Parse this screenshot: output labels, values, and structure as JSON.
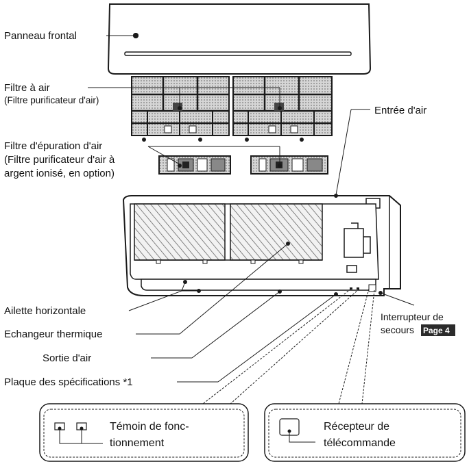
{
  "labels": {
    "front_panel": "Panneau frontal",
    "air_filter": "Filtre à air",
    "air_filter_sub": "(Filtre purificateur d'air)",
    "air_cleaning_filter_1": "Filtre d'épuration d'air",
    "air_cleaning_filter_2": "(Filtre purificateur d'air à",
    "air_cleaning_filter_3": "argent ionisé, en option)",
    "air_inlet": "Entrée d'air",
    "horizontal_vane": "Ailette horizontale",
    "heat_exchanger": "Echangeur thermique",
    "air_outlet": "Sortie d'air",
    "spec_plate": "Plaque des spécifications *1",
    "emergency_switch_1": "Interrupteur de",
    "emergency_switch_2": "secours",
    "page_ref": "Page 4",
    "operation_indicator_1": "Témoin de fonc-",
    "operation_indicator_2": "tionnement",
    "remote_receiver_1": "Récepteur de",
    "remote_receiver_2": "télécommande"
  },
  "colors": {
    "line": "#1a1a1a",
    "badge": "#2b2b2b",
    "filter_fill": "#bdbdbd"
  }
}
